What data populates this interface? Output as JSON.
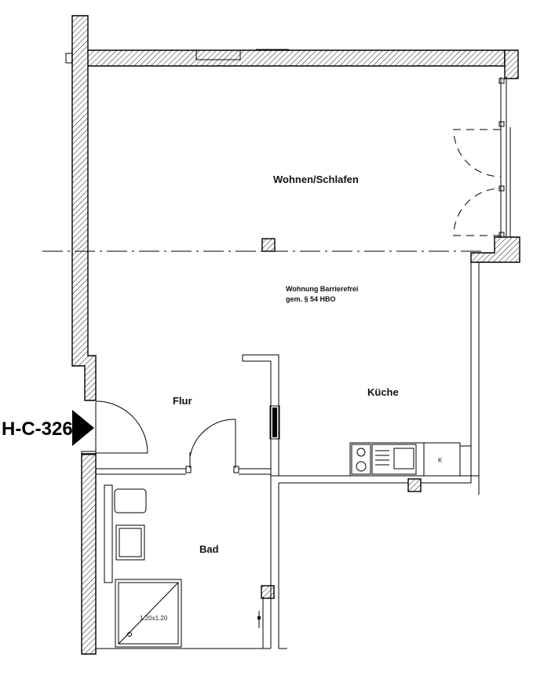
{
  "unit": {
    "id": "H-C-326"
  },
  "rooms": {
    "living": "Wohnen/Schlafen",
    "hall": "Flur",
    "kitchen": "Küche",
    "bath": "Bad"
  },
  "note": {
    "line1": "Wohnung Barrierefrei",
    "line2": "gem. § 54 HBO"
  },
  "fixtures": {
    "shower_size": "1.20x1.20",
    "stove_mark": "K"
  }
}
